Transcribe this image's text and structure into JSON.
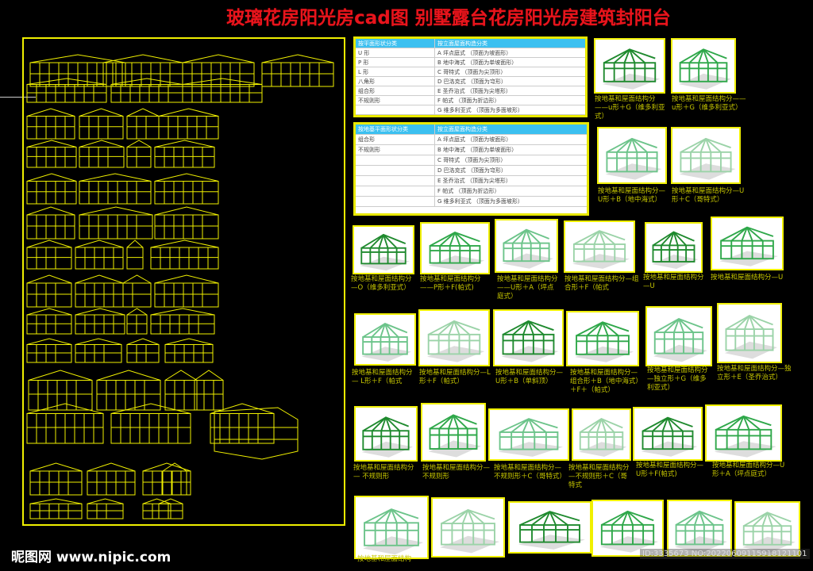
{
  "title": "玻璃花房阳光房cad图 别墅露台花房阳光房建筑封阳台",
  "table1": {
    "headers": [
      "按平面形状分类",
      "按立面屋面构造分类"
    ],
    "rows": [
      [
        "U 形",
        "A 坪点庭式 （顶面为坡面形）"
      ],
      [
        "P 形",
        "B 地中海式 （顶面为单坡面形）"
      ],
      [
        "L 形",
        "C 哥特式 （顶面为尖顶形）"
      ],
      [
        "八角形",
        "D 巴洛克式 （顶面为穹形）"
      ],
      [
        "组合形",
        "E 圣乔治式 （顶面为尖塔形）"
      ],
      [
        "不规则形",
        "F 帕式 （顶面为折边形）"
      ],
      [
        "",
        "G 维多利亚式 （顶面为多面坡形）"
      ]
    ]
  },
  "table2": {
    "headers": [
      "按地基平面形状分类",
      "按立面屋面构造分类"
    ],
    "rows": [
      [
        "组合形",
        "A 坪点庭式 （顶面为坡面形）"
      ],
      [
        "不规则形",
        "B 地中海式 （顶面为单坡面形）"
      ],
      [
        "",
        "C 哥特式 （顶面为尖顶形）"
      ],
      [
        "",
        "D 巴洛克式 （顶面为穹形）"
      ],
      [
        "",
        "E 圣乔治式 （顶面为尖塔形）"
      ],
      [
        "",
        "F 帕式 （顶面为折边形）"
      ],
      [
        "",
        "G 维多利亚式 （顶面为多面坡形）"
      ]
    ]
  },
  "captions": [
    "按地基和屋面结构分——u形＋G（维多利亚式）",
    "按地基和屋面结构分——u形＋G（维多利亚式）",
    "按地基和屋面结构分—U形＋B（地中海式）",
    "按地基和屋面结构分—U形＋C（哥特式）",
    "按地基和屋面结构分—O（维多利亚式）",
    "按地基和屋面结构分——P形＋F(帕式)",
    "按地基和屋面结构分——U形＋A（坪点庭式）",
    "按地基和屋面结构分—组合形＋F（帕式",
    "按地基和屋面结构分—U",
    "按地基和屋面结构分—U",
    "按地基和屋面结构分— L形＋F（帕式",
    "按地基和屋面结构分—L形＋F（帕式）",
    "按地基和屋面结构分—U形＋B（单斜顶）",
    "按地基和屋面结构分— 组合形＋B（地中海式）＋F＋（帕式）",
    "按地基和屋面结构分—独立形＋G（维多利亚式）",
    "按地基和屋面结构分—独立形＋E（圣乔治式）",
    "按地基和屋面结构分— 不规则形",
    "按地基和屋面结构分— 不规则形",
    "按地基和屋面结构分— 不规则形＋C（哥特式）",
    "按地基和屋面结构分—不规则形＋C（哥特式",
    "按地基和屋面结构分—U形＋F(帕式)",
    "按地基和屋面结构分—U形＋A（坪点庭式）",
    "按地基和屋面结构"
  ],
  "logo": "昵图网 www.nipic.com",
  "watermark": "ID:3335673 NO:20220609115918121101",
  "colors": {
    "frame": "#f0f000",
    "wire": "#1f8a2e",
    "title": "#e8141c",
    "table_header": "#3cc0f0"
  }
}
